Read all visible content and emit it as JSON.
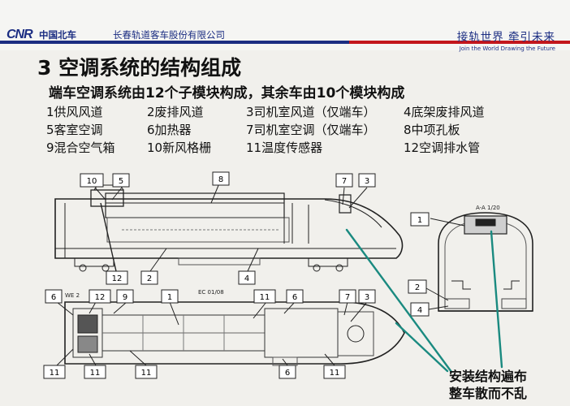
{
  "header": {
    "logo_mark": "CNR",
    "logo_cn": "中国北车",
    "company": "长春轨道客车股份有限公司",
    "slogan_cn": "接轨世界  牵引未来",
    "slogan_en": "Join the World   Drawing the Future",
    "stripe_colors": [
      "#1b2d82",
      "#c3161c"
    ]
  },
  "title": "3 空调系统的结构组成",
  "subtitle": "端车空调系统由12个子模块构成，其余车由10个模块构成",
  "parts": [
    "1供风风道",
    "2废排风道",
    "3司机室风道（仅端车）",
    "4底架废排风道",
    "5客室空调",
    "6加热器",
    "7司机室空调（仅端车）",
    "8中项孔板",
    "9混合空气箱",
    "10新风格栅",
    "11温度传感器",
    "12空调排水管"
  ],
  "drawing": {
    "top_view_labels": [
      "10",
      "5",
      "8",
      "7",
      "3",
      "12",
      "2",
      "4"
    ],
    "section_title": "A-A 1/20",
    "section_labels": [
      "1",
      "2",
      "4"
    ],
    "plan_label_left": "WE 2",
    "plan_label_center": "EC 01/08",
    "plan_labels_top": [
      "6",
      "12",
      "9",
      "1",
      "11",
      "6",
      "7",
      "3"
    ],
    "plan_labels_bottom": [
      "11",
      "11",
      "11",
      "6",
      "11"
    ],
    "accent_color": "#1a8a80"
  },
  "callout": {
    "line1": "安装结构遍布",
    "line2": "整车散而不乱"
  }
}
